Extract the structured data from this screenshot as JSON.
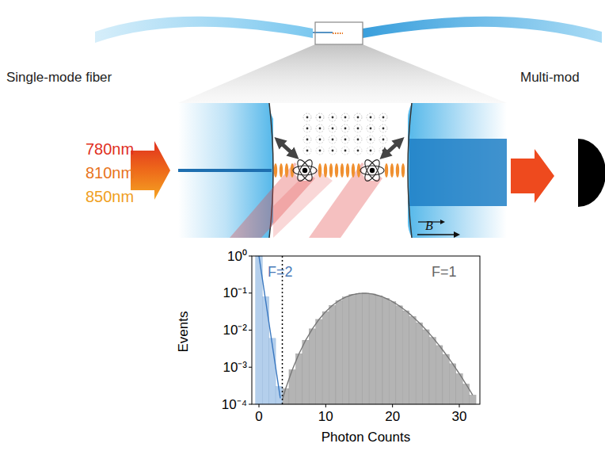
{
  "diagram": {
    "labels": [
      "Single-mode fiber",
      "Multi-mod",
      "780nm",
      "810nm",
      "850nm",
      "B",
      "F=2",
      "F=1",
      "10⁰",
      "10⁻¹",
      "10⁻²",
      "10⁻³",
      "10⁻⁴",
      "0",
      "10",
      "20",
      "30",
      "Events",
      "Photon Counts"
    ]
  }
}
